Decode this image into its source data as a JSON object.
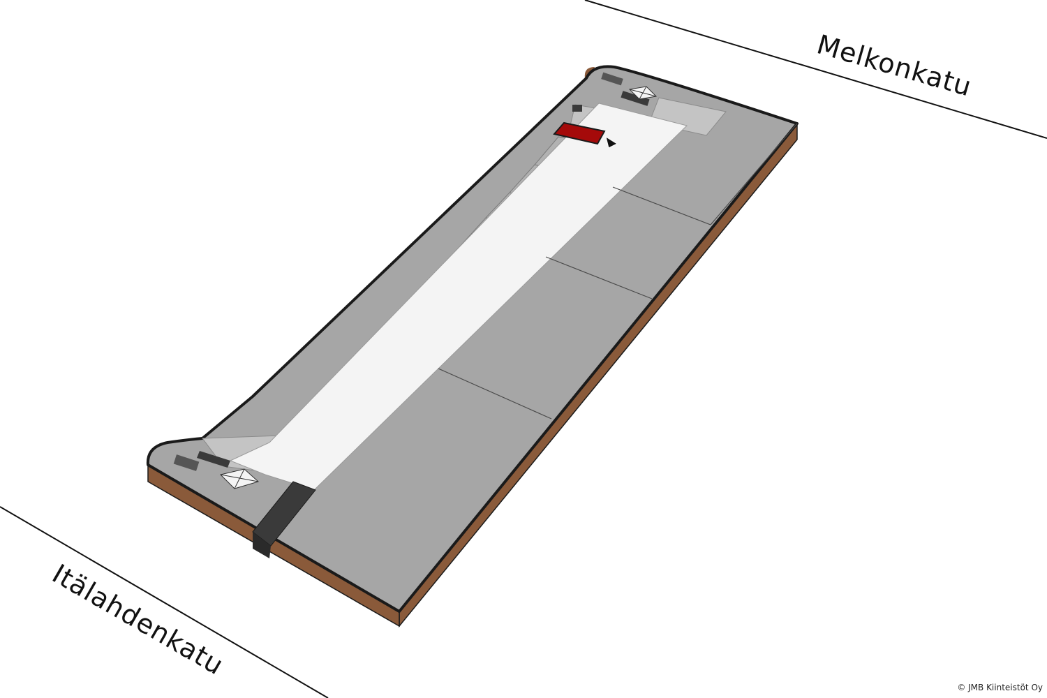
{
  "map": {
    "streets": {
      "north": "Melkonkatu",
      "west": "Itälahdenkatu"
    },
    "copyright": "© JMB Kiinteistöt Oy",
    "colors": {
      "background": "#ffffff",
      "street_line": "#111111",
      "building_side": "#8a5a3a",
      "outline": "#1a1a1a",
      "unit_large": "#a6a6a6",
      "unit_small": "#b2b2b2",
      "unit_light": "#c4c4c4",
      "corridor": "#f4f4f4",
      "stair_dark": "#3a3a3a",
      "highlighted_unit": "#a50a0a",
      "entrance_marker": "#111111"
    },
    "icons": {
      "elevator": "elevator-icon",
      "entrance": "entrance-arrow-icon"
    }
  }
}
